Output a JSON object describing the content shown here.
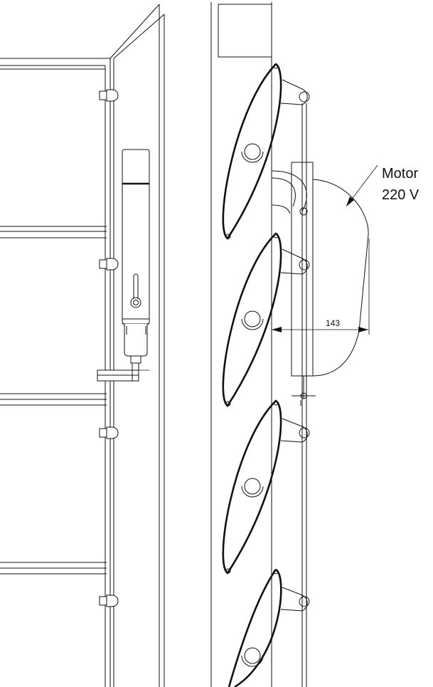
{
  "callout": {
    "line1": "Motor",
    "line2": "220 V"
  },
  "dimension": {
    "value": "143"
  }
}
